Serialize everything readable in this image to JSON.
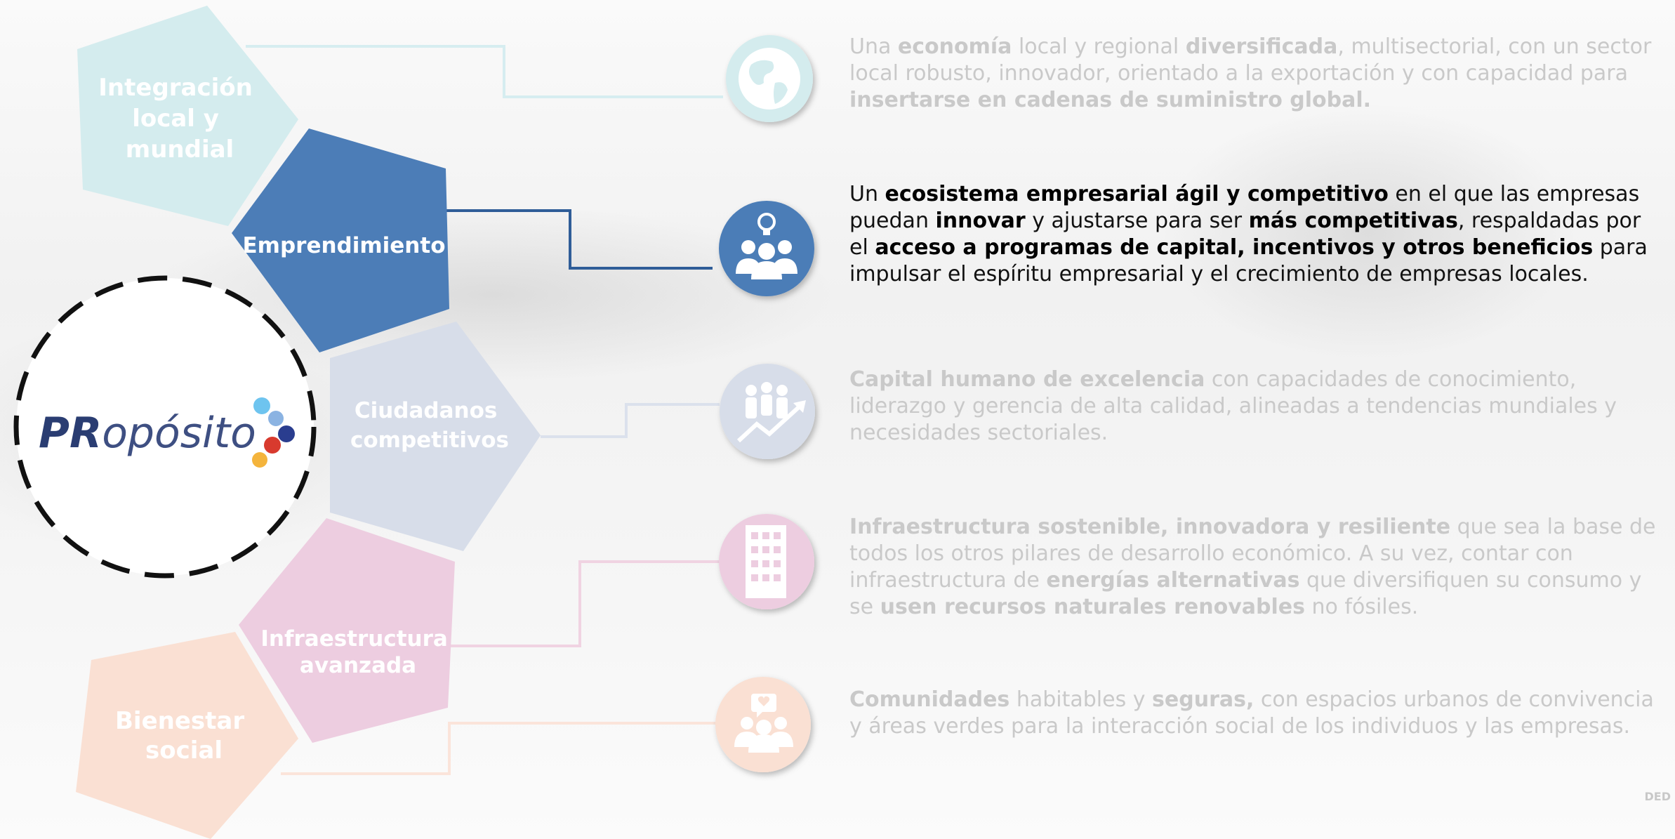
{
  "logo": {
    "text_pr": "PR",
    "text_rest": "opósito"
  },
  "pillars": [
    {
      "label_lines": [
        "Integración",
        "local y",
        "mundial"
      ],
      "icon": "globe-icon",
      "color": "#d4ecee",
      "desc": [
        {
          "t": "Una ",
          "b": false
        },
        {
          "t": "economía",
          "b": true
        },
        {
          "t": " local  y regional ",
          "b": false
        },
        {
          "t": "diversificada",
          "b": true
        },
        {
          "t": ", multisectorial, con un sector local robusto, innovador, orientado a la exportación y con capacidad para ",
          "b": false
        },
        {
          "t": "insertarse en cadenas de suministro global.",
          "b": true
        }
      ]
    },
    {
      "label_lines": [
        "Emprendimiento"
      ],
      "icon": "team-lightbulb-icon",
      "color": "#4c7db7",
      "active": true,
      "desc": [
        {
          "t": "Un ",
          "b": false
        },
        {
          "t": "ecosistema empresarial ágil y competitivo",
          "b": true
        },
        {
          "t": " en el que las empresas puedan ",
          "b": false
        },
        {
          "t": "innovar",
          "b": true
        },
        {
          "t": " y ajustarse para ser ",
          "b": false
        },
        {
          "t": "más competitivas",
          "b": true
        },
        {
          "t": ", respaldadas por el ",
          "b": false
        },
        {
          "t": "acceso a programas de capital, incentivos y otros beneficios",
          "b": true
        },
        {
          "t": " para impulsar el espíritu empresarial y el crecimiento de empresas locales.",
          "b": false
        }
      ]
    },
    {
      "label_lines": [
        "Ciudadanos",
        "competitivos"
      ],
      "icon": "people-growth-icon",
      "color": "#d7dde9",
      "desc": [
        {
          "t": "Capital humano de excelencia",
          "b": true
        },
        {
          "t": " con capacidades de conocimiento, liderazgo y gerencia de alta calidad, alineadas a tendencias mundiales y necesidades sectoriales.",
          "b": false
        }
      ]
    },
    {
      "label_lines": [
        "Infraestructura",
        "avanzada"
      ],
      "icon": "building-icon",
      "color": "#edcde0",
      "desc": [
        {
          "t": "Infraestructura sostenible, innovadora y resiliente",
          "b": true
        },
        {
          "t": " que sea la base de todos los otros pilares de desarrollo económico. A su vez, contar con infraestructura de ",
          "b": false
        },
        {
          "t": "energías alternativas",
          "b": true
        },
        {
          "t": " que diversifiquen su consumo y se ",
          "b": false
        },
        {
          "t": "usen recursos naturales renovables",
          "b": true
        },
        {
          "t": " no fósiles.",
          "b": false
        }
      ]
    },
    {
      "label_lines": [
        "Bienestar",
        "social"
      ],
      "icon": "community-heart-icon",
      "color": "#fae0d3",
      "desc": [
        {
          "t": "Comunidades",
          "b": true
        },
        {
          "t": " habitables y ",
          "b": false
        },
        {
          "t": "seguras,",
          "b": true
        },
        {
          "t": " con espacios urbanos de convivencia y áreas verdes para la interacción social de los individuos y las empresas.",
          "b": false
        }
      ]
    }
  ],
  "watermark": "DED"
}
